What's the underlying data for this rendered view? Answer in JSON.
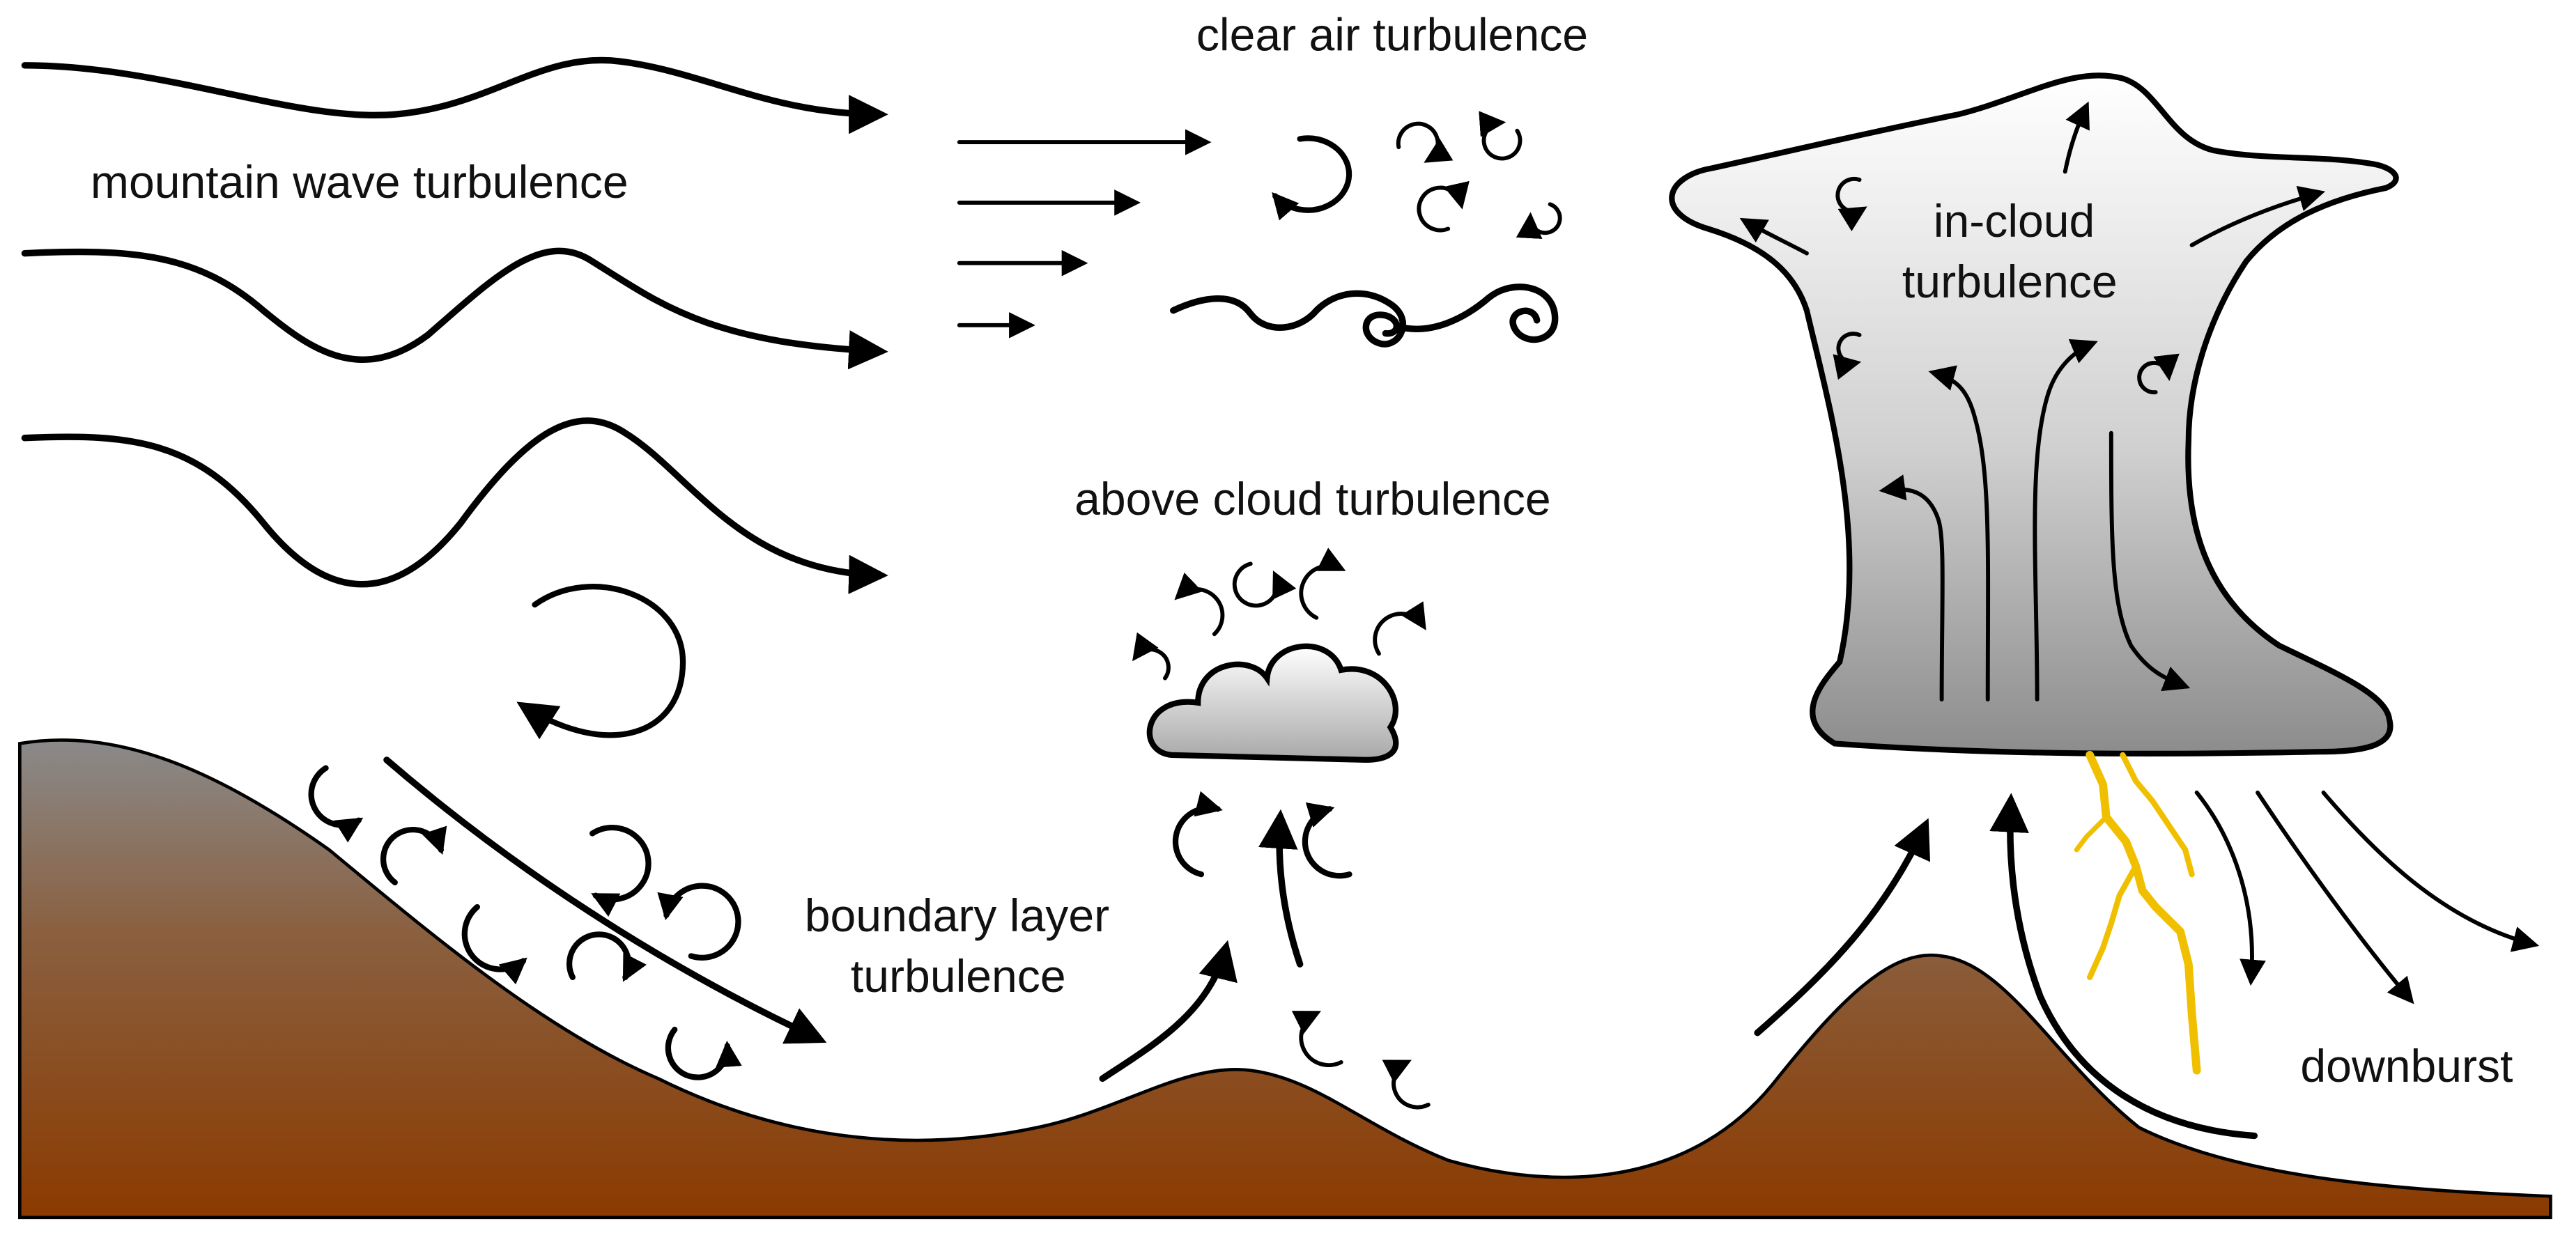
{
  "diagram": {
    "labels": {
      "mountain_wave": "mountain wave turbulence",
      "clear_air": "clear air turbulence",
      "above_cloud": "above cloud turbulence",
      "boundary_layer_line1": "boundary layer",
      "boundary_layer_line2": "turbulence",
      "in_cloud_line1": "in-cloud",
      "in_cloud_line2": "turbulence",
      "downburst": "downburst"
    },
    "colors": {
      "terrain_top": "#8a8a8a",
      "terrain_bottom": "#8b3a00",
      "cloud_top": "#ffffff",
      "cloud_bottom": "#8c8c8c",
      "lightning": "#f0c000",
      "line": "#000000"
    }
  }
}
